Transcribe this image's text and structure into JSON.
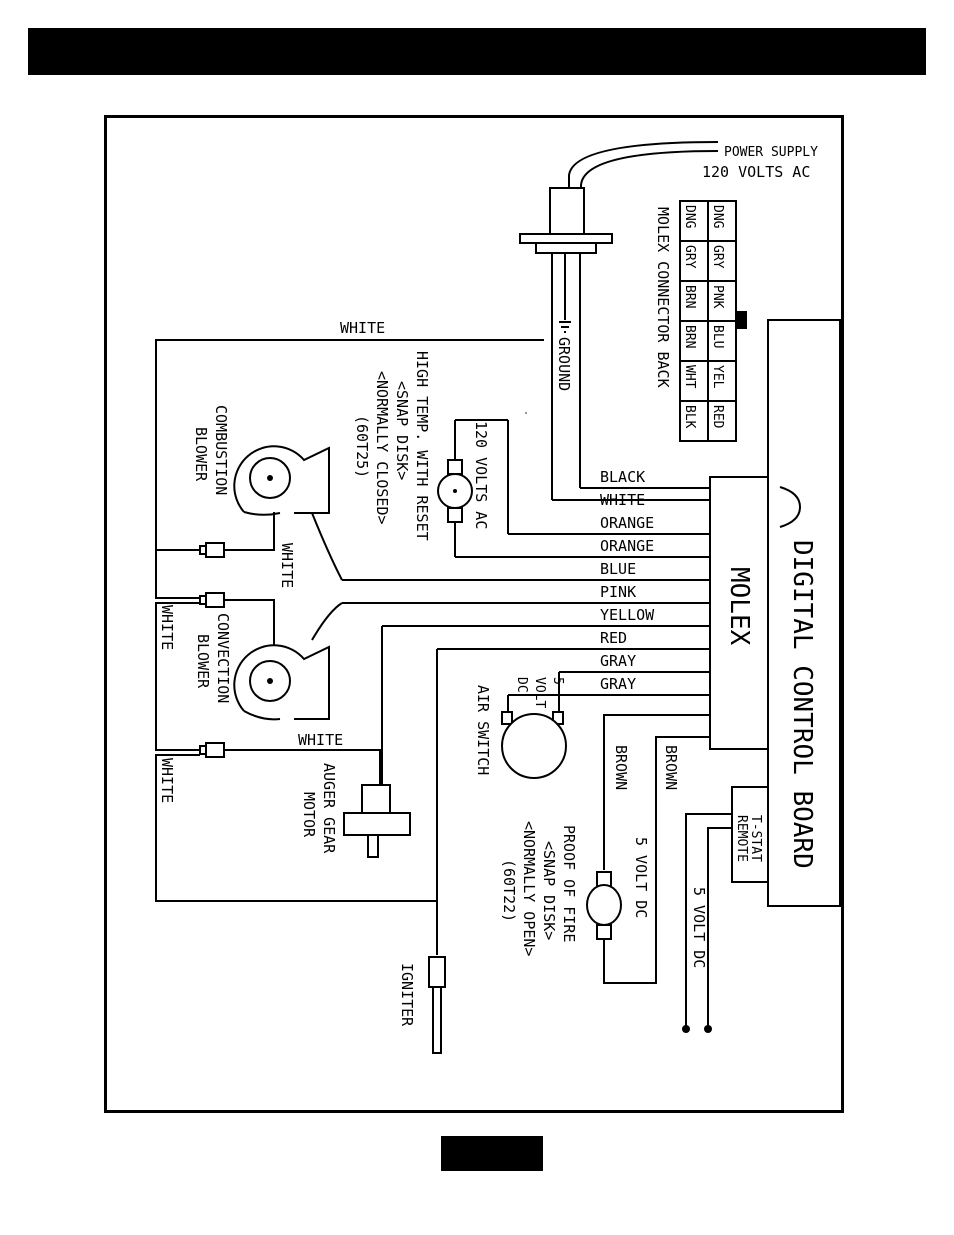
{
  "header": {
    "title": ""
  },
  "power": {
    "line1": "POWER SUPPLY",
    "line2": "120 VOLTS AC"
  },
  "molex_back": {
    "title": "MOLEX CONNECTOR BACK",
    "row_top": [
      "DNG",
      "GRY",
      "PNK",
      "BLU",
      "YEL",
      "RED"
    ],
    "row_bottom": [
      "DNG",
      "GRY",
      "BRN",
      "BRN",
      "WHT",
      "BLK"
    ]
  },
  "ground_label": "GROUND",
  "wires": [
    "BLACK",
    "WHITE",
    "ORANGE",
    "ORANGE",
    "BLUE",
    "PINK",
    "YELLOW",
    "RED",
    "GRAY",
    "GRAY"
  ],
  "molex_label": "MOLEX",
  "board_label": "DIGITAL CONTROL BOARD",
  "white_top": "WHITE",
  "white_mid": "WHITE",
  "white_left1": "WHITE",
  "white_left2": "WHITE",
  "white_auger": "WHITE",
  "high_temp": [
    "HIGH TEMP. WITH RESET",
    "<SNAP DISK>",
    "<NORMALLY CLOSED>",
    "(60T25)"
  ],
  "high_temp_volts": "120 VOLTS AC",
  "combustion": [
    "COMBUSTION",
    "BLOWER"
  ],
  "convection": [
    "CONVECTION",
    "BLOWER"
  ],
  "air_switch": "AIR SWITCH",
  "air_switch_volt": [
    "5",
    "VOLT",
    "DC"
  ],
  "auger": [
    "AUGER GEAR",
    "MOTOR"
  ],
  "igniter": "IGNITER",
  "brown1": "BROWN",
  "brown2": "BROWN",
  "proof_fire": [
    "PROOF OF FIRE",
    "<SNAP DISK>",
    "<NORMALLY OPEN>",
    "(60T22)"
  ],
  "pof_volt": "5 VOLT DC",
  "tstat": [
    "T-STAT",
    "REMOTE"
  ],
  "tstat_volt": "5 VOLT DC",
  "footer": {
    "page_tab": ""
  }
}
